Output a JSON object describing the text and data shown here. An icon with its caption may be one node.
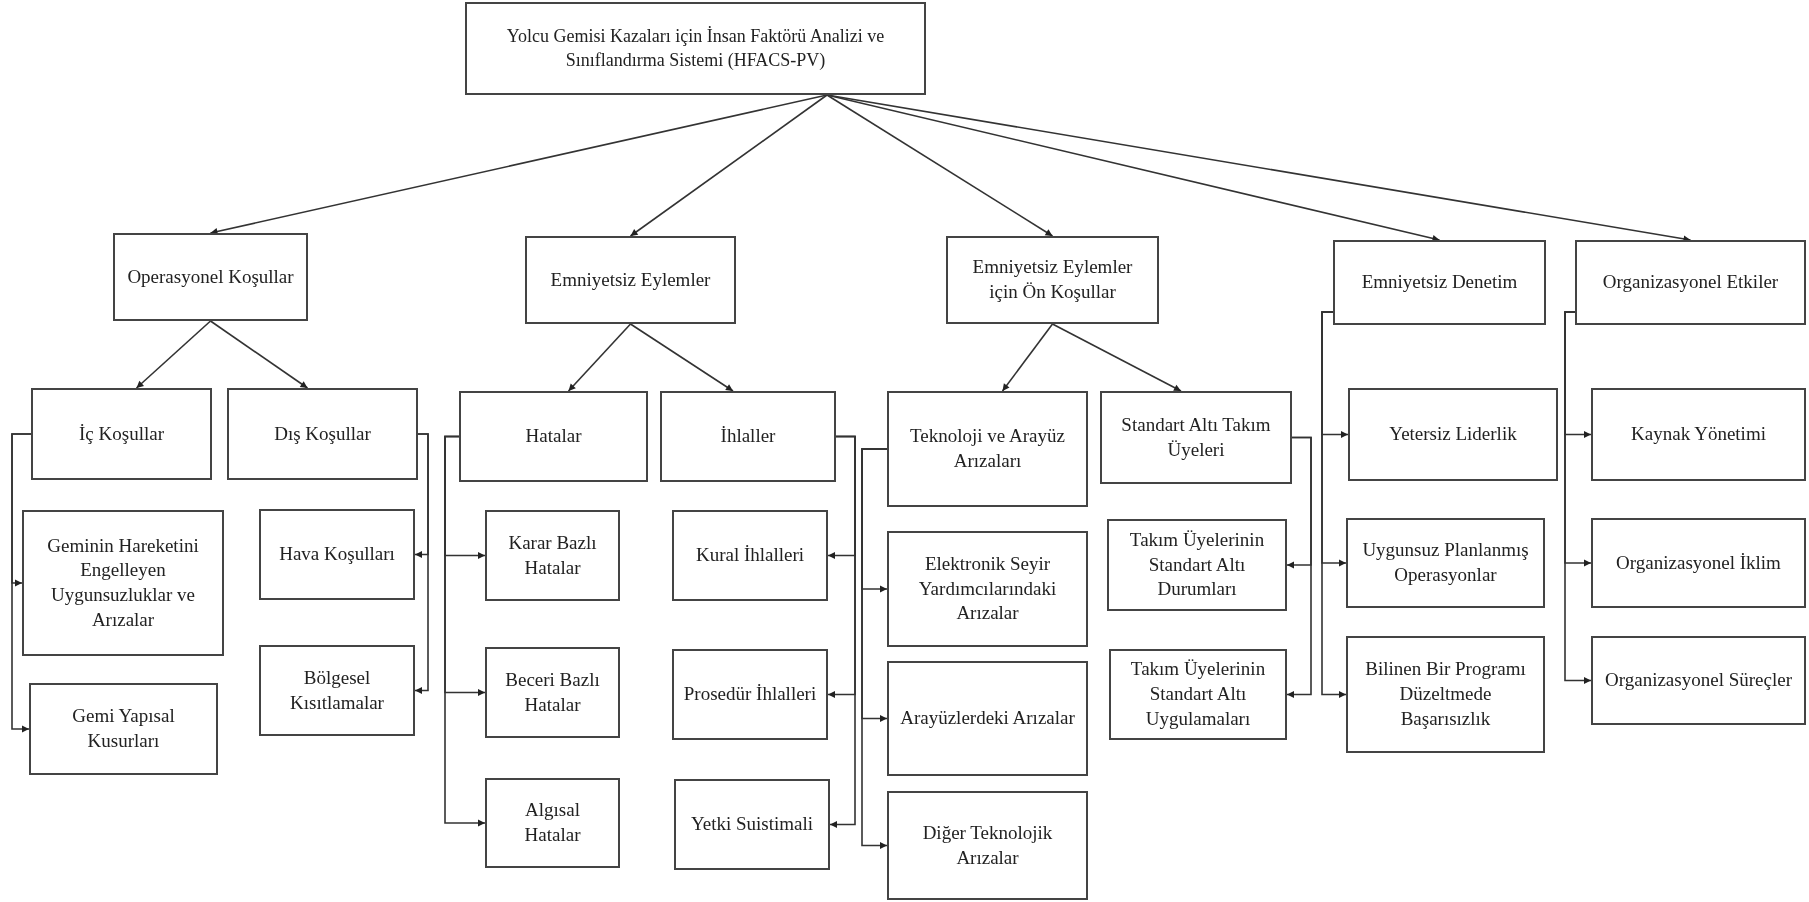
{
  "diagram": {
    "nodes": [
      {
        "text": [
          "Yolcu Gemisi Kazaları için İnsan Faktörü Analizi ve Sınıflandırma Sistemi (HFACS-PV)"
        ]
      },
      {
        "text": [
          "Operasyonel Koşullar"
        ]
      },
      {
        "text": [
          "Emniyetsiz Eylemler"
        ]
      },
      {
        "text": [
          "Emniyetsiz Eylemler için Ön Koşullar"
        ]
      },
      {
        "text": [
          "Emniyetsiz Denetim"
        ]
      },
      {
        "text": [
          "Organizasyonel Etkiler"
        ]
      },
      {
        "text": [
          "İç Koşullar"
        ]
      },
      {
        "text": [
          "Dış Koşullar"
        ]
      },
      {
        "text": [
          "Hatalar"
        ]
      },
      {
        "text": [
          "İhlaller"
        ]
      },
      {
        "text": [
          "Teknoloji ve Arayüz Arızaları"
        ]
      },
      {
        "text": [
          "Standart Altı Takım Üyeleri"
        ]
      },
      {
        "text": [
          "Yetersiz Liderlik"
        ]
      },
      {
        "text": [
          "Kaynak Yönetimi"
        ]
      },
      {
        "text": [
          "Geminin Hareketini Engelleyen Uygunsuzluklar ve Arızalar"
        ]
      },
      {
        "text": [
          "Hava Koşulları"
        ]
      },
      {
        "text": [
          "Karar Bazlı Hatalar"
        ]
      },
      {
        "text": [
          "Kural İhlalleri"
        ]
      },
      {
        "text": [
          "Elektronik Seyir Yardımcılarındaki Arızalar"
        ]
      },
      {
        "text": [
          "Takım Üyelerinin Standart Altı Durumları"
        ]
      },
      {
        "text": [
          "Uygunsuz Planlanmış Operasyonlar"
        ]
      },
      {
        "text": [
          "Organizasyonel İklim"
        ]
      },
      {
        "text": [
          "Gemi Yapısal Kusurları"
        ]
      },
      {
        "text": [
          "Bölgesel Kısıtlamalar"
        ]
      },
      {
        "text": [
          "Beceri Bazlı Hatalar"
        ]
      },
      {
        "text": [
          "Prosedür İhlalleri"
        ]
      },
      {
        "text": [
          "Arayüzlerdeki Arızalar"
        ]
      },
      {
        "text": [
          "Takım Üyelerinin Standart Altı Uygulamaları"
        ]
      },
      {
        "text": [
          "Bilinen Bir Programı Düzeltmede Başarısızlık"
        ]
      },
      {
        "text": [
          "Organizasyonel Süreçler"
        ]
      },
      {
        "text": [
          "Algısal Hatalar"
        ]
      },
      {
        "text": [
          "Yetki Suistimali"
        ]
      },
      {
        "text": [
          "Diğer Teknolojik Arızalar"
        ]
      }
    ],
    "edges": [
      {
        "from": 0,
        "to": 1,
        "arrow": "to"
      },
      {
        "from": 0,
        "to": 2,
        "arrow": "to"
      },
      {
        "from": 0,
        "to": 3,
        "arrow": "to"
      },
      {
        "from": 0,
        "to": 4,
        "arrow": "to"
      },
      {
        "from": 0,
        "to": 5,
        "arrow": "to"
      },
      {
        "from": 1,
        "to": 6,
        "arrow": "to"
      },
      {
        "from": 1,
        "to": 7,
        "arrow": "to"
      },
      {
        "from": 2,
        "to": 8,
        "arrow": "to"
      },
      {
        "from": 2,
        "to": 9,
        "arrow": "to"
      },
      {
        "from": 3,
        "to": 10,
        "arrow": "to"
      },
      {
        "from": 3,
        "to": 11,
        "arrow": "to"
      },
      {
        "from": 4,
        "to": 12,
        "arrow": "to"
      },
      {
        "from": 4,
        "to": 20,
        "arrow": "to"
      },
      {
        "from": 4,
        "to": 28,
        "arrow": "to"
      },
      {
        "from": 5,
        "to": 13,
        "arrow": "to"
      },
      {
        "from": 5,
        "to": 21,
        "arrow": "to"
      },
      {
        "from": 5,
        "to": 29,
        "arrow": "to"
      },
      {
        "from": 6,
        "to": 14,
        "arrow": "to"
      },
      {
        "from": 6,
        "to": 22,
        "arrow": "to"
      },
      {
        "from": 7,
        "to": 15,
        "arrow": "to"
      },
      {
        "from": 7,
        "to": 23,
        "arrow": "to"
      },
      {
        "from": 8,
        "to": 16,
        "arrow": "to"
      },
      {
        "from": 8,
        "to": 24,
        "arrow": "to"
      },
      {
        "from": 8,
        "to": 30,
        "arrow": "to"
      },
      {
        "from": 9,
        "to": 17,
        "arrow": "to"
      },
      {
        "from": 9,
        "to": 25,
        "arrow": "to"
      },
      {
        "from": 9,
        "to": 31,
        "arrow": "to"
      },
      {
        "from": 10,
        "to": 18,
        "arrow": "to"
      },
      {
        "from": 10,
        "to": 26,
        "arrow": "to"
      },
      {
        "from": 10,
        "to": 32,
        "arrow": "to"
      },
      {
        "from": 11,
        "to": 19,
        "arrow": "to"
      },
      {
        "from": 11,
        "to": 27,
        "arrow": "to"
      }
    ]
  }
}
